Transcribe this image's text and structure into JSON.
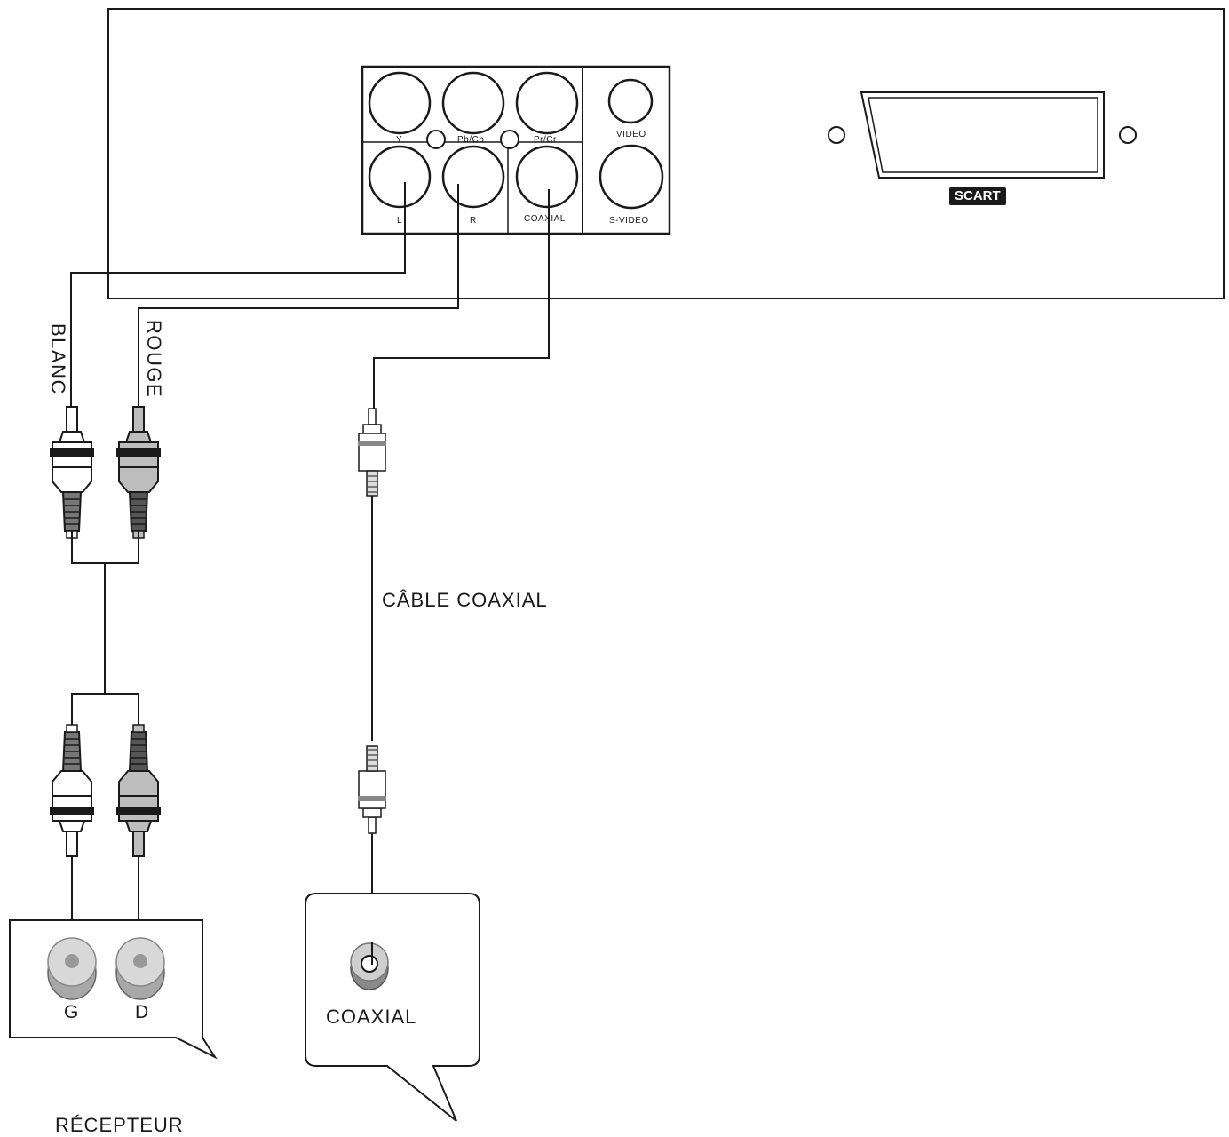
{
  "device_panel": {
    "jack_labels": {
      "y": "Y",
      "pb_cb": "Pb/Cb",
      "pr_cr": "Pr/Cr",
      "video": "VIDEO",
      "l": "L",
      "r": "R",
      "coaxial": "COAXIAL",
      "s_video": "S-VIDEO"
    },
    "scart_label": "SCART"
  },
  "cables": {
    "white_label": "BLANC",
    "red_label": "ROUGE",
    "coaxial_cable_label": "CÂBLE COAXIAL"
  },
  "receiver": {
    "left_label": "G",
    "right_label": "D",
    "coaxial_label": "COAXIAL",
    "title": "RÉCEPTEUR"
  },
  "colors": {
    "line": "#1a1a1a",
    "plug_white": "#f2f2f2",
    "plug_gray": "#bdbdbd",
    "jack_face": "#c8c8c8"
  }
}
